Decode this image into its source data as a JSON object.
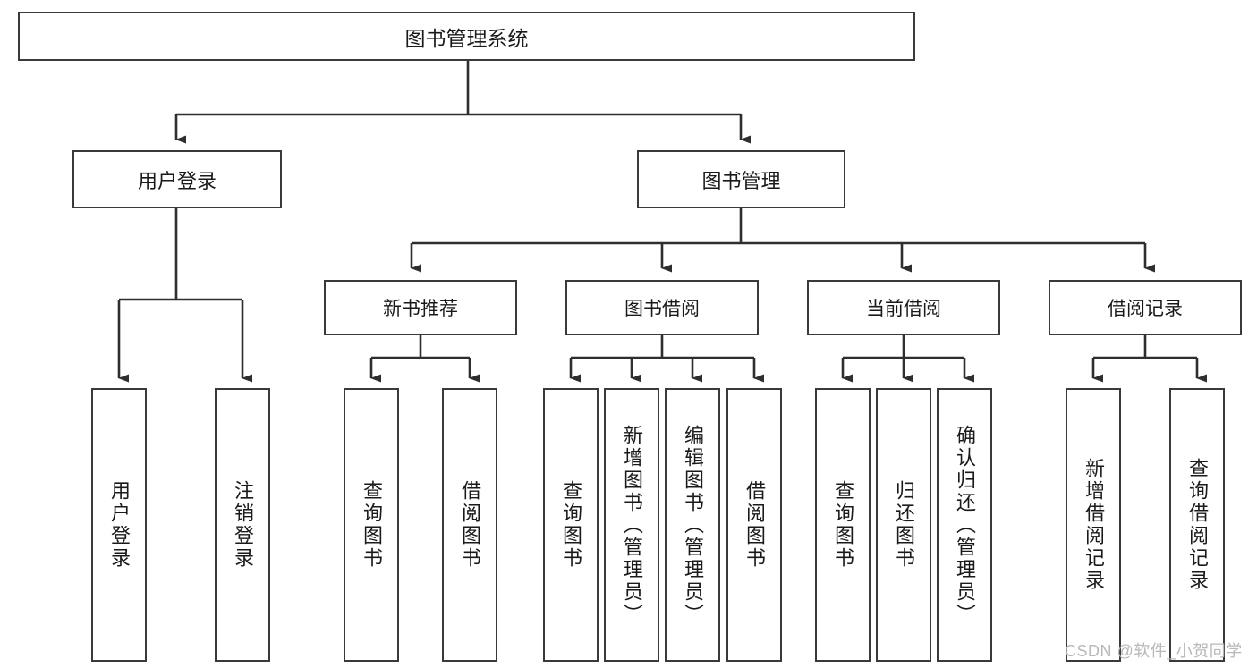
{
  "diagram": {
    "title_node": {
      "label": "图书管理系统"
    },
    "level2": [
      {
        "label": "用户登录"
      },
      {
        "label": "图书管理"
      }
    ],
    "level3": [
      {
        "label": "新书推荐"
      },
      {
        "label": "图书借阅"
      },
      {
        "label": "当前借阅"
      },
      {
        "label": "借阅记录"
      }
    ],
    "leaves": {
      "user_login": [
        {
          "label": "用户登录"
        },
        {
          "label": "注销登录"
        }
      ],
      "new_book_recommend": [
        {
          "label": "查询图书"
        },
        {
          "label": "借阅图书"
        }
      ],
      "book_borrow": [
        {
          "label": "查询图书"
        },
        {
          "label": "新增图书（管理员）"
        },
        {
          "label": "编辑图书（管理员）"
        },
        {
          "label": "借阅图书"
        }
      ],
      "current_borrow": [
        {
          "label": "查询图书"
        },
        {
          "label": "归还图书"
        },
        {
          "label": "确认归还（管理员）"
        }
      ],
      "borrow_record": [
        {
          "label": "新增借阅记录"
        },
        {
          "label": "查询借阅记录"
        }
      ]
    }
  },
  "watermark": {
    "text": "CSDN @软件_小贺同学"
  },
  "colors": {
    "stroke": "#3a3a3a",
    "text": "#1a1a1a",
    "background": "#ffffff",
    "watermark": "#b8b8b8"
  }
}
